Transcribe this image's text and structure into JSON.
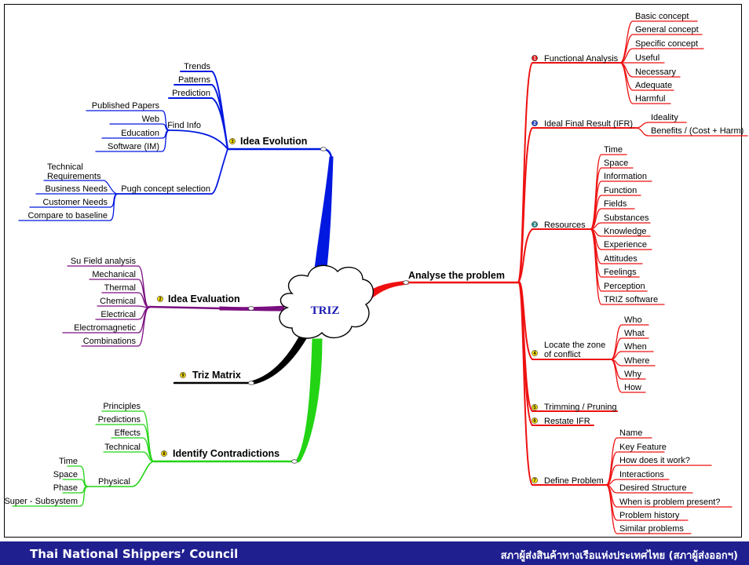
{
  "center": "TRIZ",
  "footer": {
    "left": "Thai National Shippers’ Council",
    "right": "สภาผู้ส่งสินค้าทางเรือแห่งประเทศไทย (สภาผู้ส่งออกฯ)"
  },
  "colors": {
    "evolution": "#0018e0",
    "evaluation": "#7a0f80",
    "matrix": "#000000",
    "contradictions": "#22d414",
    "analyse": "#ee1010",
    "footer": "#1f1f8f"
  },
  "idea_evolution": {
    "label": "Idea Evolution",
    "top": [
      "Trends",
      "Patterns",
      "Prediction"
    ],
    "find_info": {
      "label": "Find Info",
      "items": [
        "Published Papers",
        "Web",
        "Education",
        "Software (IM)"
      ]
    },
    "pugh": {
      "label": "Pugh concept selection",
      "items": [
        "Technical",
        "Requirements",
        "Business Needs",
        "Customer Needs",
        "Compare to baseline"
      ]
    }
  },
  "idea_evaluation": {
    "label": "Idea Evaluation",
    "items": [
      "Su Field analysis",
      "Mechanical",
      "Thermal",
      "Chemical",
      "Electrical",
      "Electromagnetic",
      "Combinations"
    ]
  },
  "triz_matrix": {
    "label": "Triz Matrix"
  },
  "identify_contradictions": {
    "label": "Identify Contradictions",
    "items": [
      "Principles",
      "Predictions",
      "Effects",
      "Technical"
    ],
    "physical": {
      "label": "Physical",
      "items": [
        "Time",
        "Space",
        "Phase",
        "Super - Subsystem"
      ]
    }
  },
  "analyse": {
    "label": "Analyse the problem",
    "functional": {
      "label": "Functional Analysis",
      "items": [
        "Basic concept",
        "General concept",
        "Specific concept",
        "Useful",
        "Necessary",
        "Adequate",
        "Harmful"
      ]
    },
    "ifr": {
      "label": "Ideal Final Result (IFR)",
      "items": [
        "Ideality",
        "Benefits / (Cost + Harm)"
      ]
    },
    "resources": {
      "label": "Resources",
      "items": [
        "Time",
        "Space",
        "Information",
        "Function",
        "Fields",
        "Substances",
        "Knowledge",
        "Experience",
        "Attitudes",
        "Feelings",
        "Perception",
        "TRIZ software"
      ]
    },
    "locate": {
      "label1": "Locate the zone",
      "label2": "of conflict",
      "items": [
        "Who",
        "What",
        "When",
        "Where",
        "Why",
        "How"
      ]
    },
    "trimming": {
      "label": "Trimming / Pruning"
    },
    "restate": {
      "label": "Restate IFR"
    },
    "define": {
      "label": "Define Problem",
      "items": [
        "Name",
        "Key Feature",
        "How does it work?",
        "Interactions",
        "Desired Structure",
        "When is problem present?",
        "Problem history",
        "Similar problems"
      ]
    }
  }
}
